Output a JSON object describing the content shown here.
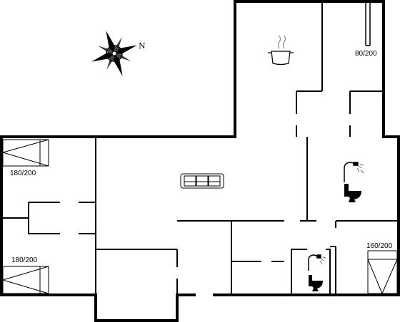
{
  "compass": {
    "north_label": "N",
    "icon": "compass-rose-icon"
  },
  "beds": [
    {
      "id": "bed-top-left",
      "label": "180/200"
    },
    {
      "id": "bed-bottom-left",
      "label": "180/200"
    },
    {
      "id": "bed-bottom-right",
      "label": "160/200"
    },
    {
      "id": "bed-top-right",
      "label": "80/200"
    }
  ],
  "icons": [
    "sofa-icon",
    "cooking-pot-icon",
    "shower-icon",
    "toilet-icon"
  ],
  "colors": {
    "wall": "#000000",
    "background": "#ffffff"
  }
}
